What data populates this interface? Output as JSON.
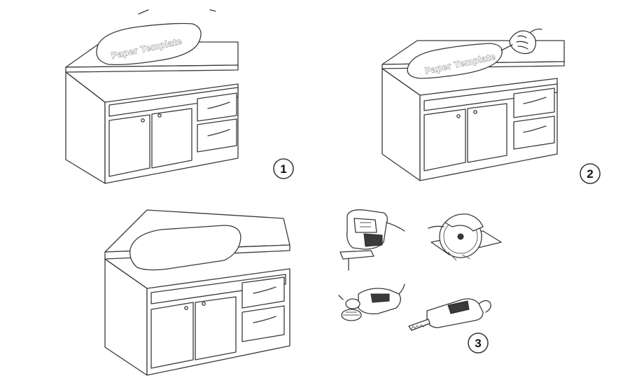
{
  "template_label_1": "Paper Template",
  "template_label_2": "Paper Template",
  "step_1": "1",
  "step_2": "2",
  "step_3": "3",
  "icons": [
    "jigsaw-icon",
    "circular-saw-icon",
    "angle-grinder-icon",
    "reciprocating-saw-icon",
    "hand-pencil-icon"
  ]
}
